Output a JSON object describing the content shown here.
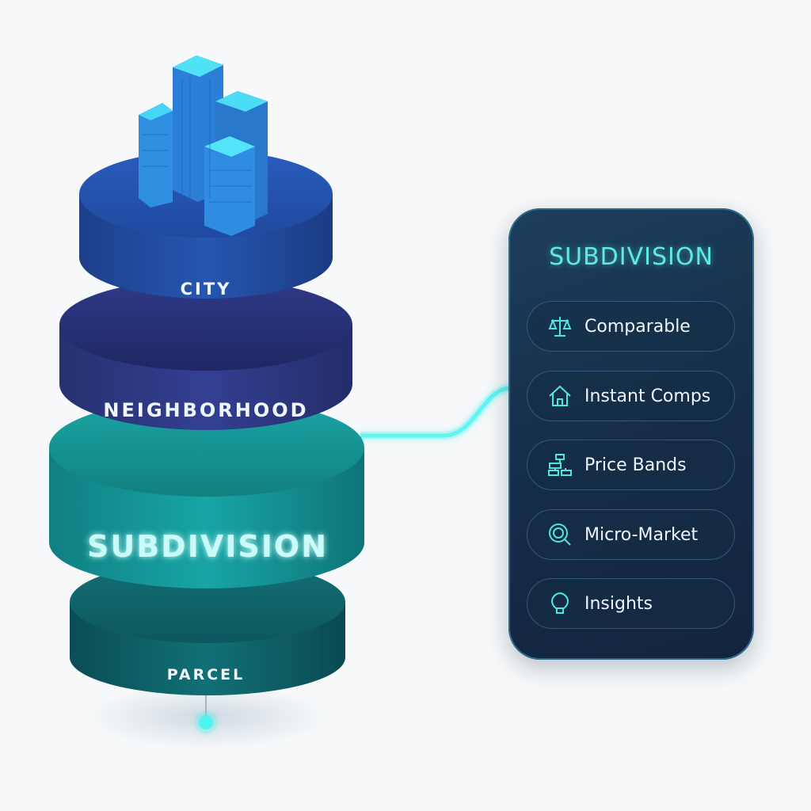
{
  "layers": [
    {
      "label": "CITY",
      "color": "#234fa6"
    },
    {
      "label": "NEIGHBORHOOD",
      "color": "#2c3a86"
    },
    {
      "label": "SUBDIVISION",
      "color": "#169a9a"
    },
    {
      "label": "PARCEL",
      "color": "#0e5f66"
    }
  ],
  "panel": {
    "title": "SUBDIVISION",
    "items": [
      {
        "label": "Comparable",
        "icon": "scale-icon"
      },
      {
        "label": "Instant Comps",
        "icon": "house-icon"
      },
      {
        "label": "Price Bands",
        "icon": "hierarchy-icon"
      },
      {
        "label": "Micro-Market",
        "icon": "target-search-icon"
      },
      {
        "label": "Insights",
        "icon": "lightbulb-icon"
      }
    ]
  },
  "accent": "#3ff0ee"
}
